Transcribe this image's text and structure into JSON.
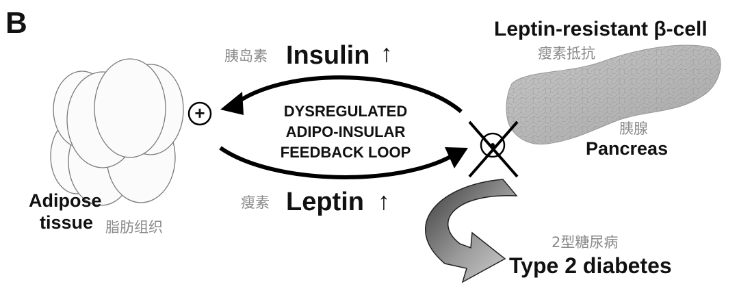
{
  "panel_label": "B",
  "top_right": {
    "title": "Leptin-resistant β-cell",
    "title_cn": "瘦素抵抗"
  },
  "insulin": {
    "cn": "胰岛素",
    "label": "Insulin",
    "arrow": "↑"
  },
  "leptin": {
    "cn": "瘦素",
    "label": "Leptin",
    "arrow": "↑"
  },
  "loop_text": [
    "DYSREGULATED",
    "ADIPO-INSULAR",
    "FEEDBACK LOOP"
  ],
  "plus_symbol": "+",
  "adipose": {
    "line1": "Adipose",
    "line2": "tissue",
    "cn": "脂肪组织"
  },
  "pancreas": {
    "cn": "胰腺",
    "label": "Pancreas"
  },
  "diabetes": {
    "cn": "2型糖尿病",
    "label": "Type 2 diabetes"
  },
  "icons": [
    "adipose-tissue-illustration",
    "pancreas-illustration",
    "blocked-receptor-icon",
    "curved-arrow-icon"
  ]
}
